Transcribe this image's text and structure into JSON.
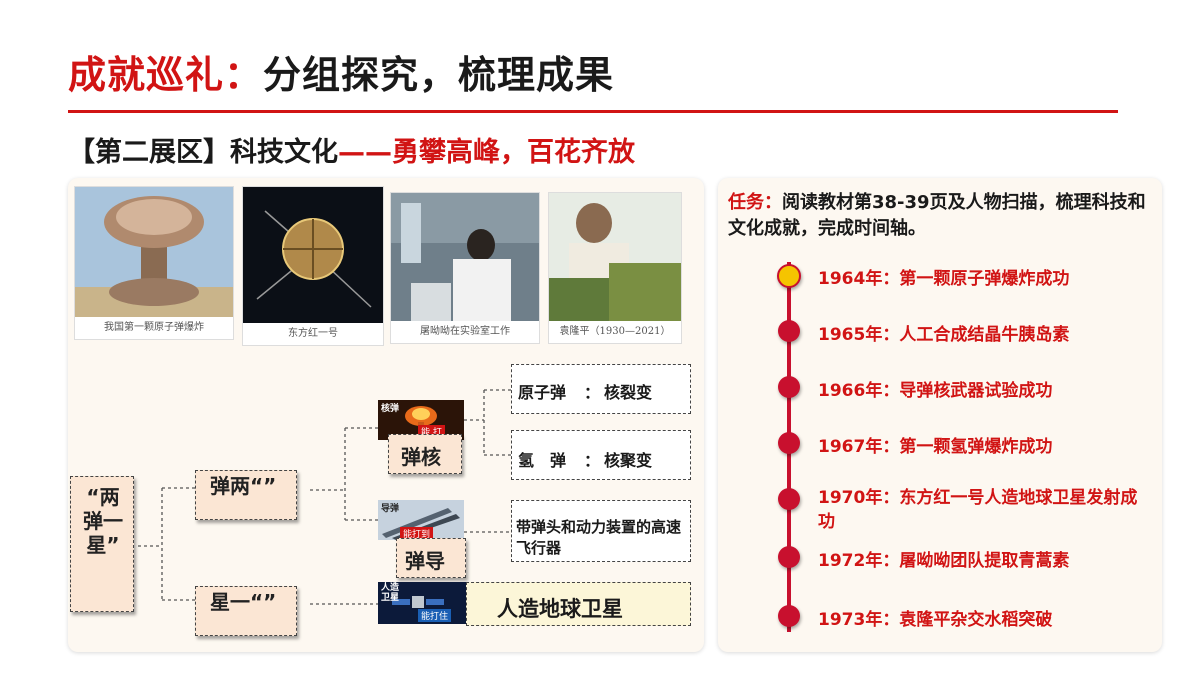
{
  "title": {
    "red": "成就巡礼：",
    "black": "分组探究，梳理成果"
  },
  "subtitle": {
    "black": "【第二展区】科技文化",
    "red": "——勇攀高峰，百花齐放"
  },
  "photos": [
    {
      "caption": "我国第一颗原子弹爆炸"
    },
    {
      "caption": "东方红一号"
    },
    {
      "caption": "屠呦呦在实验室工作"
    },
    {
      "caption": "袁隆平（1930—2021）"
    }
  ],
  "diagram": {
    "root": "“两弹一星”",
    "branch1": "弹两“”",
    "branch2": "星一“”",
    "node_nuke": "弹核",
    "node_missile": "弹导",
    "nuke_thumb": {
      "top": "核弹",
      "bottom": "能 打"
    },
    "missile_thumb": {
      "top": "导弹",
      "bottom": "能打到"
    },
    "sat_thumb": {
      "top": "人造卫星",
      "bottom": "能打住"
    },
    "leaf_atomic": {
      "name": "原子弹",
      "sep": "：",
      "desc": "核裂变"
    },
    "leaf_hydrogen": {
      "name": "氢　弹",
      "sep": "：",
      "desc": "核聚变"
    },
    "leaf_missile": "带弹头和动力装置的高速飞行器",
    "leaf_satellite": "人造地球卫星"
  },
  "task": {
    "label": "任务：",
    "text": "阅读教材第38-39页及人物扫描，梳理科技和文化成就，完成时间轴。"
  },
  "timeline": [
    {
      "text": "1964年：第一颗原子弹爆炸成功"
    },
    {
      "text": "1965年：人工合成结晶牛胰岛素"
    },
    {
      "text": "1966年：导弹核武器试验成功"
    },
    {
      "text": " 1967年：第一颗氢弹爆炸成功"
    },
    {
      "text": " 1970年：东方红一号人造地球卫星发射成功"
    },
    {
      "text": "1972年：屠呦呦团队提取青蒿素"
    },
    {
      "text": "1973年：袁隆平杂交水稻突破"
    }
  ],
  "colors": {
    "accent": "#d11414",
    "timeline": "#c8102e",
    "highlight": "#f5c400",
    "panel": "#fdf8f1",
    "box": "#fbe6d4"
  }
}
